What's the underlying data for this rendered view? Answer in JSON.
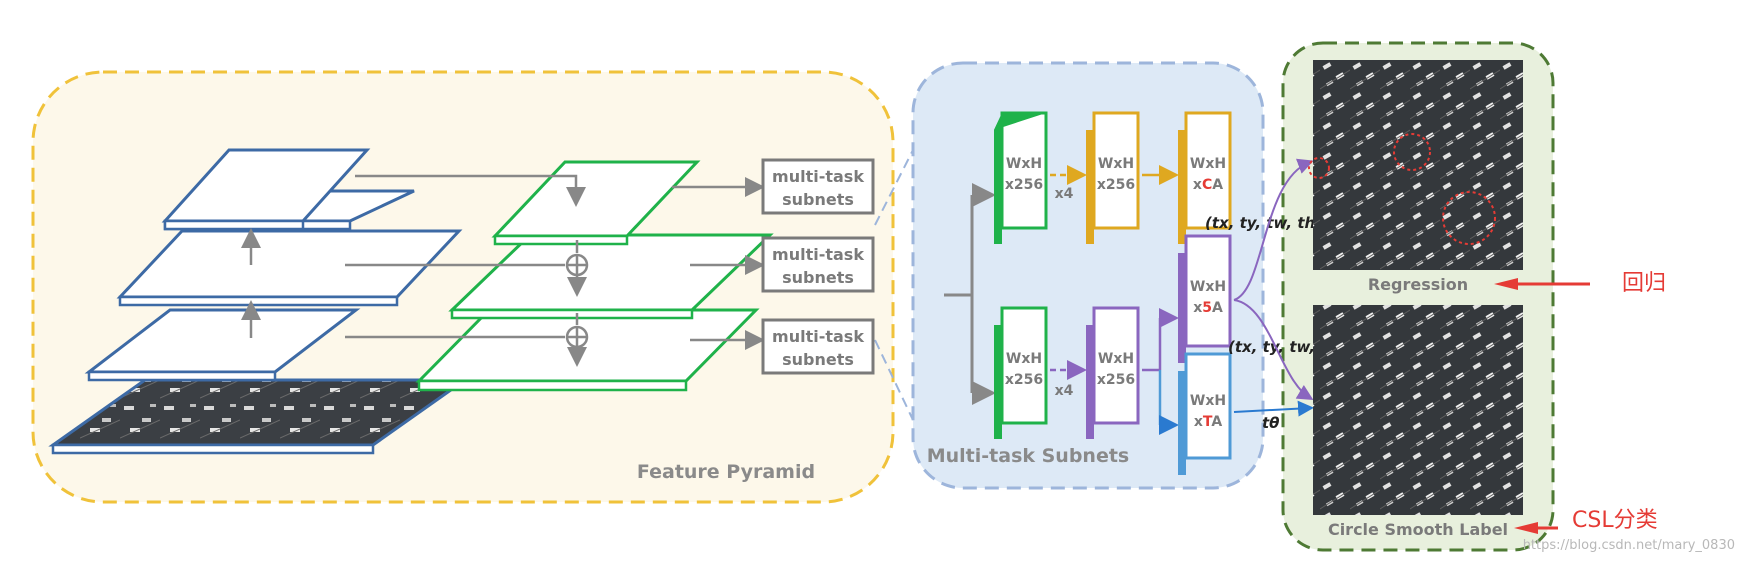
{
  "panels": {
    "feature_pyramid_label": "Feature Pyramid",
    "subnets_label": "Multi-task Subnets"
  },
  "subnet_boxes": [
    {
      "line1": "multi-task",
      "line2": "subnets"
    },
    {
      "line1": "multi-task",
      "line2": "subnets"
    },
    {
      "line1": "multi-task",
      "line2": "subnets"
    }
  ],
  "blocks": {
    "reg_in": {
      "l1": "WxH",
      "l2": "x256"
    },
    "reg_mid": {
      "l1": "WxH",
      "l2": "x256"
    },
    "reg_out": {
      "l1": "WxH",
      "l2a": "x",
      "l2b": "C",
      "l2c": "A"
    },
    "cls_in": {
      "l1": "WxH",
      "l2": "x256"
    },
    "cls_mid": {
      "l1": "WxH",
      "l2": "x256"
    },
    "cls_5a": {
      "l1": "WxH",
      "l2a": "x",
      "l2b": "5",
      "l2c": "A"
    },
    "cls_ta": {
      "l1": "WxH",
      "l2a": "x",
      "l2b": "T",
      "l2c": "A"
    }
  },
  "repeat_labels": {
    "top": "x4",
    "bottom": "x4"
  },
  "formulas": {
    "reg": "(tx, ty, tw, th, tθ)",
    "cls": "(tx, ty, tw, th)",
    "theta": "tθ"
  },
  "outputs": {
    "regression_caption": "Regression",
    "csl_caption": "Circle Smooth Label"
  },
  "annotations": {
    "regression_cn": "回归",
    "csl_cn": "CSL分类",
    "watermark": "https://blog.csdn.net/mary_0830"
  },
  "colors": {
    "pyramid_panel_fill": "#fdf8ea",
    "pyramid_panel_border": "#f0c23a",
    "subnet_panel_fill": "#dde9f6",
    "subnet_panel_border": "#9db5db",
    "output_panel_fill": "#e8f0dd",
    "output_panel_border": "#4e7a34",
    "blue_plane": "#3d6aa5",
    "green_plane": "#1fb24a",
    "orange_block": "#dfa820",
    "purple_block": "#8a66bf",
    "lightblue_block": "#4f9ad6",
    "gray_text": "#8a8a8a",
    "red_accent": "#e53b35"
  }
}
